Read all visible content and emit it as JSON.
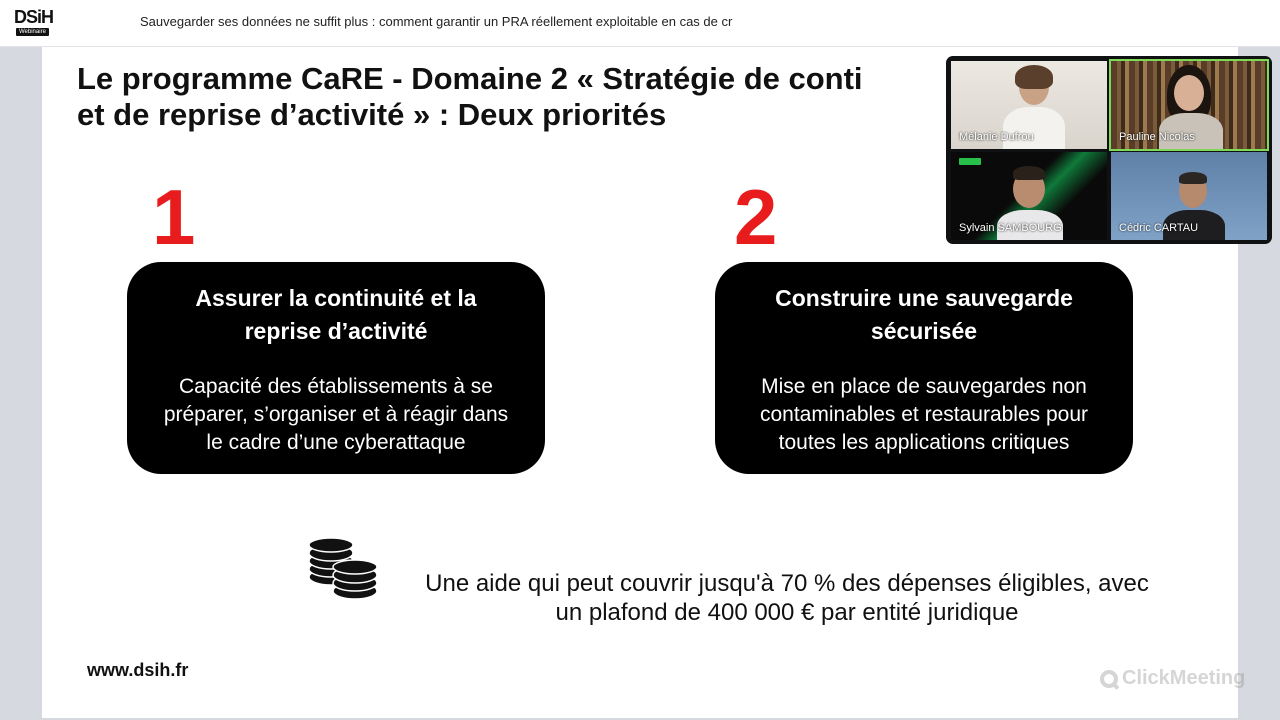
{
  "header": {
    "logo_text": "DSiH",
    "logo_sub": "Webinaire",
    "title": "Sauvegarder ses données ne suffit plus : comment garantir un PRA réellement exploitable en cas de cr"
  },
  "slide": {
    "heading_line1": "Le programme CaRE - Domaine 2 « Stratégie de conti",
    "heading_line2": "et de reprise d’activité » : Deux priorités",
    "priorities": [
      {
        "number": "1",
        "title_line1": "Assurer la continuité et la",
        "title_line2": "reprise d’activité",
        "body_line1": "Capacité des établissements à se",
        "body_line2": "préparer, s’organiser et à réagir dans",
        "body_line3": "le cadre d’une cyberattaque"
      },
      {
        "number": "2",
        "title_line1": "Construire une sauvegarde",
        "title_line2": "sécurisée",
        "body_line1": "Mise en place de sauvegardes non",
        "body_line2": "contaminables et restaurables pour",
        "body_line3": "toutes les applications critiques"
      }
    ],
    "aid_line1": "Une aide qui peut couvrir jusqu'à 70 % des dépenses éligibles, avec",
    "aid_line2": "un plafond de 400 000 € par entité juridique",
    "url": "www.dsih.fr",
    "watermark": "ClickMeeting"
  },
  "participants": [
    {
      "name": "Mélanie Dufrou"
    },
    {
      "name": "Pauline Nicolas"
    },
    {
      "name": "Sylvain SAMBOURG"
    },
    {
      "name": "Cédric CARTAU"
    }
  ],
  "colors": {
    "accent_number": "#e81c1c",
    "card_bg": "#000000",
    "active_speaker": "#7ed957"
  }
}
